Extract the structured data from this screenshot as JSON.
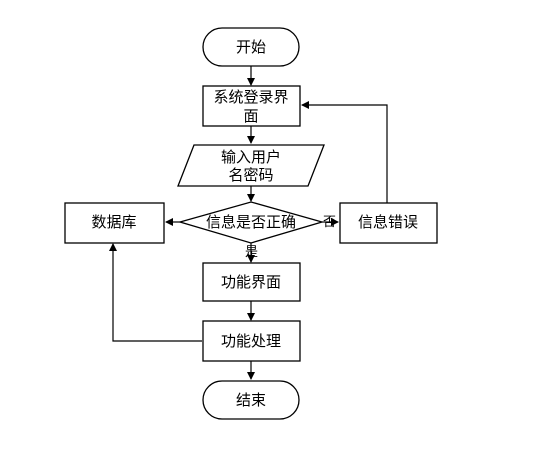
{
  "flowchart": {
    "start": "开始",
    "login_line1": "系统登录界",
    "login_line2": "面",
    "input_line1": "输入用户",
    "input_line2": "名密码",
    "decision": "信息是否正确",
    "database": "数据库",
    "error": "信息错误",
    "function_ui": "功能界面",
    "function_process": "功能处理",
    "end": "结束",
    "label_no": "否",
    "label_yes": "是"
  }
}
